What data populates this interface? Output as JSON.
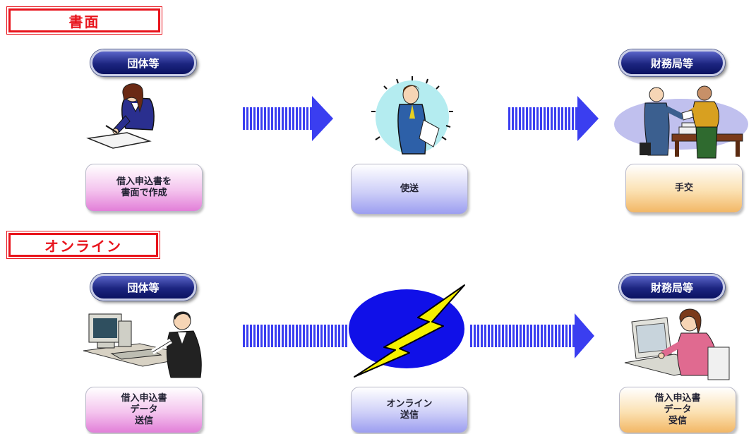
{
  "paper": {
    "label": "書面",
    "sender_tag": "団体等",
    "receiver_tag": "財務局等",
    "steps": [
      "借入申込書を\n書面で作成",
      "使送",
      "手交"
    ]
  },
  "online": {
    "label": "オンライン",
    "sender_tag": "団体等",
    "receiver_tag": "財務局等",
    "steps": [
      "借入申込書\nデータ\n送信",
      "オンライン\n送信",
      "借入申込書\nデータ\n受信"
    ]
  },
  "colors": {
    "heading_red": "#e8141c",
    "pill_navy": "#1c2580",
    "arrow_blue": "#3a3ef0",
    "network_circle": "#1010e8",
    "lightning_yellow": "#f5f000"
  },
  "icons": {
    "paper_sender": "woman-writing-icon",
    "paper_courier": "courier-running-icon",
    "paper_receiver": "handover-counter-icon",
    "online_sender": "man-computer-icon",
    "online_network": "lightning-network-icon",
    "online_receiver": "woman-computer-icon"
  }
}
